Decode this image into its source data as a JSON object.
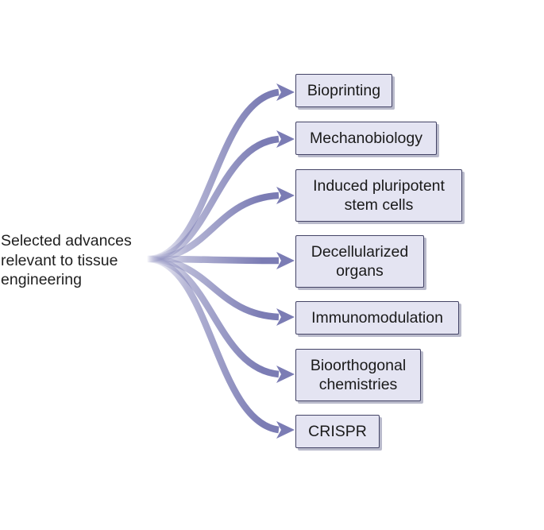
{
  "source": {
    "label": "Selected advances\nrelevant to tissue\nengineering"
  },
  "targets": [
    {
      "label": "Bioprinting"
    },
    {
      "label": "Mechanobiology"
    },
    {
      "label": "Induced pluripotent\nstem cells"
    },
    {
      "label": "Decellularized\norgans"
    },
    {
      "label": "Immunomodulation"
    },
    {
      "label": "Bioorthogonal\nchemistries"
    },
    {
      "label": "CRISPR"
    }
  ],
  "colors": {
    "arrow": "#7b7cb4",
    "box_fill": "#e4e4f2",
    "box_border": "#444466",
    "box_shadow": "#b9bacb",
    "text": "#1a1a1a"
  }
}
